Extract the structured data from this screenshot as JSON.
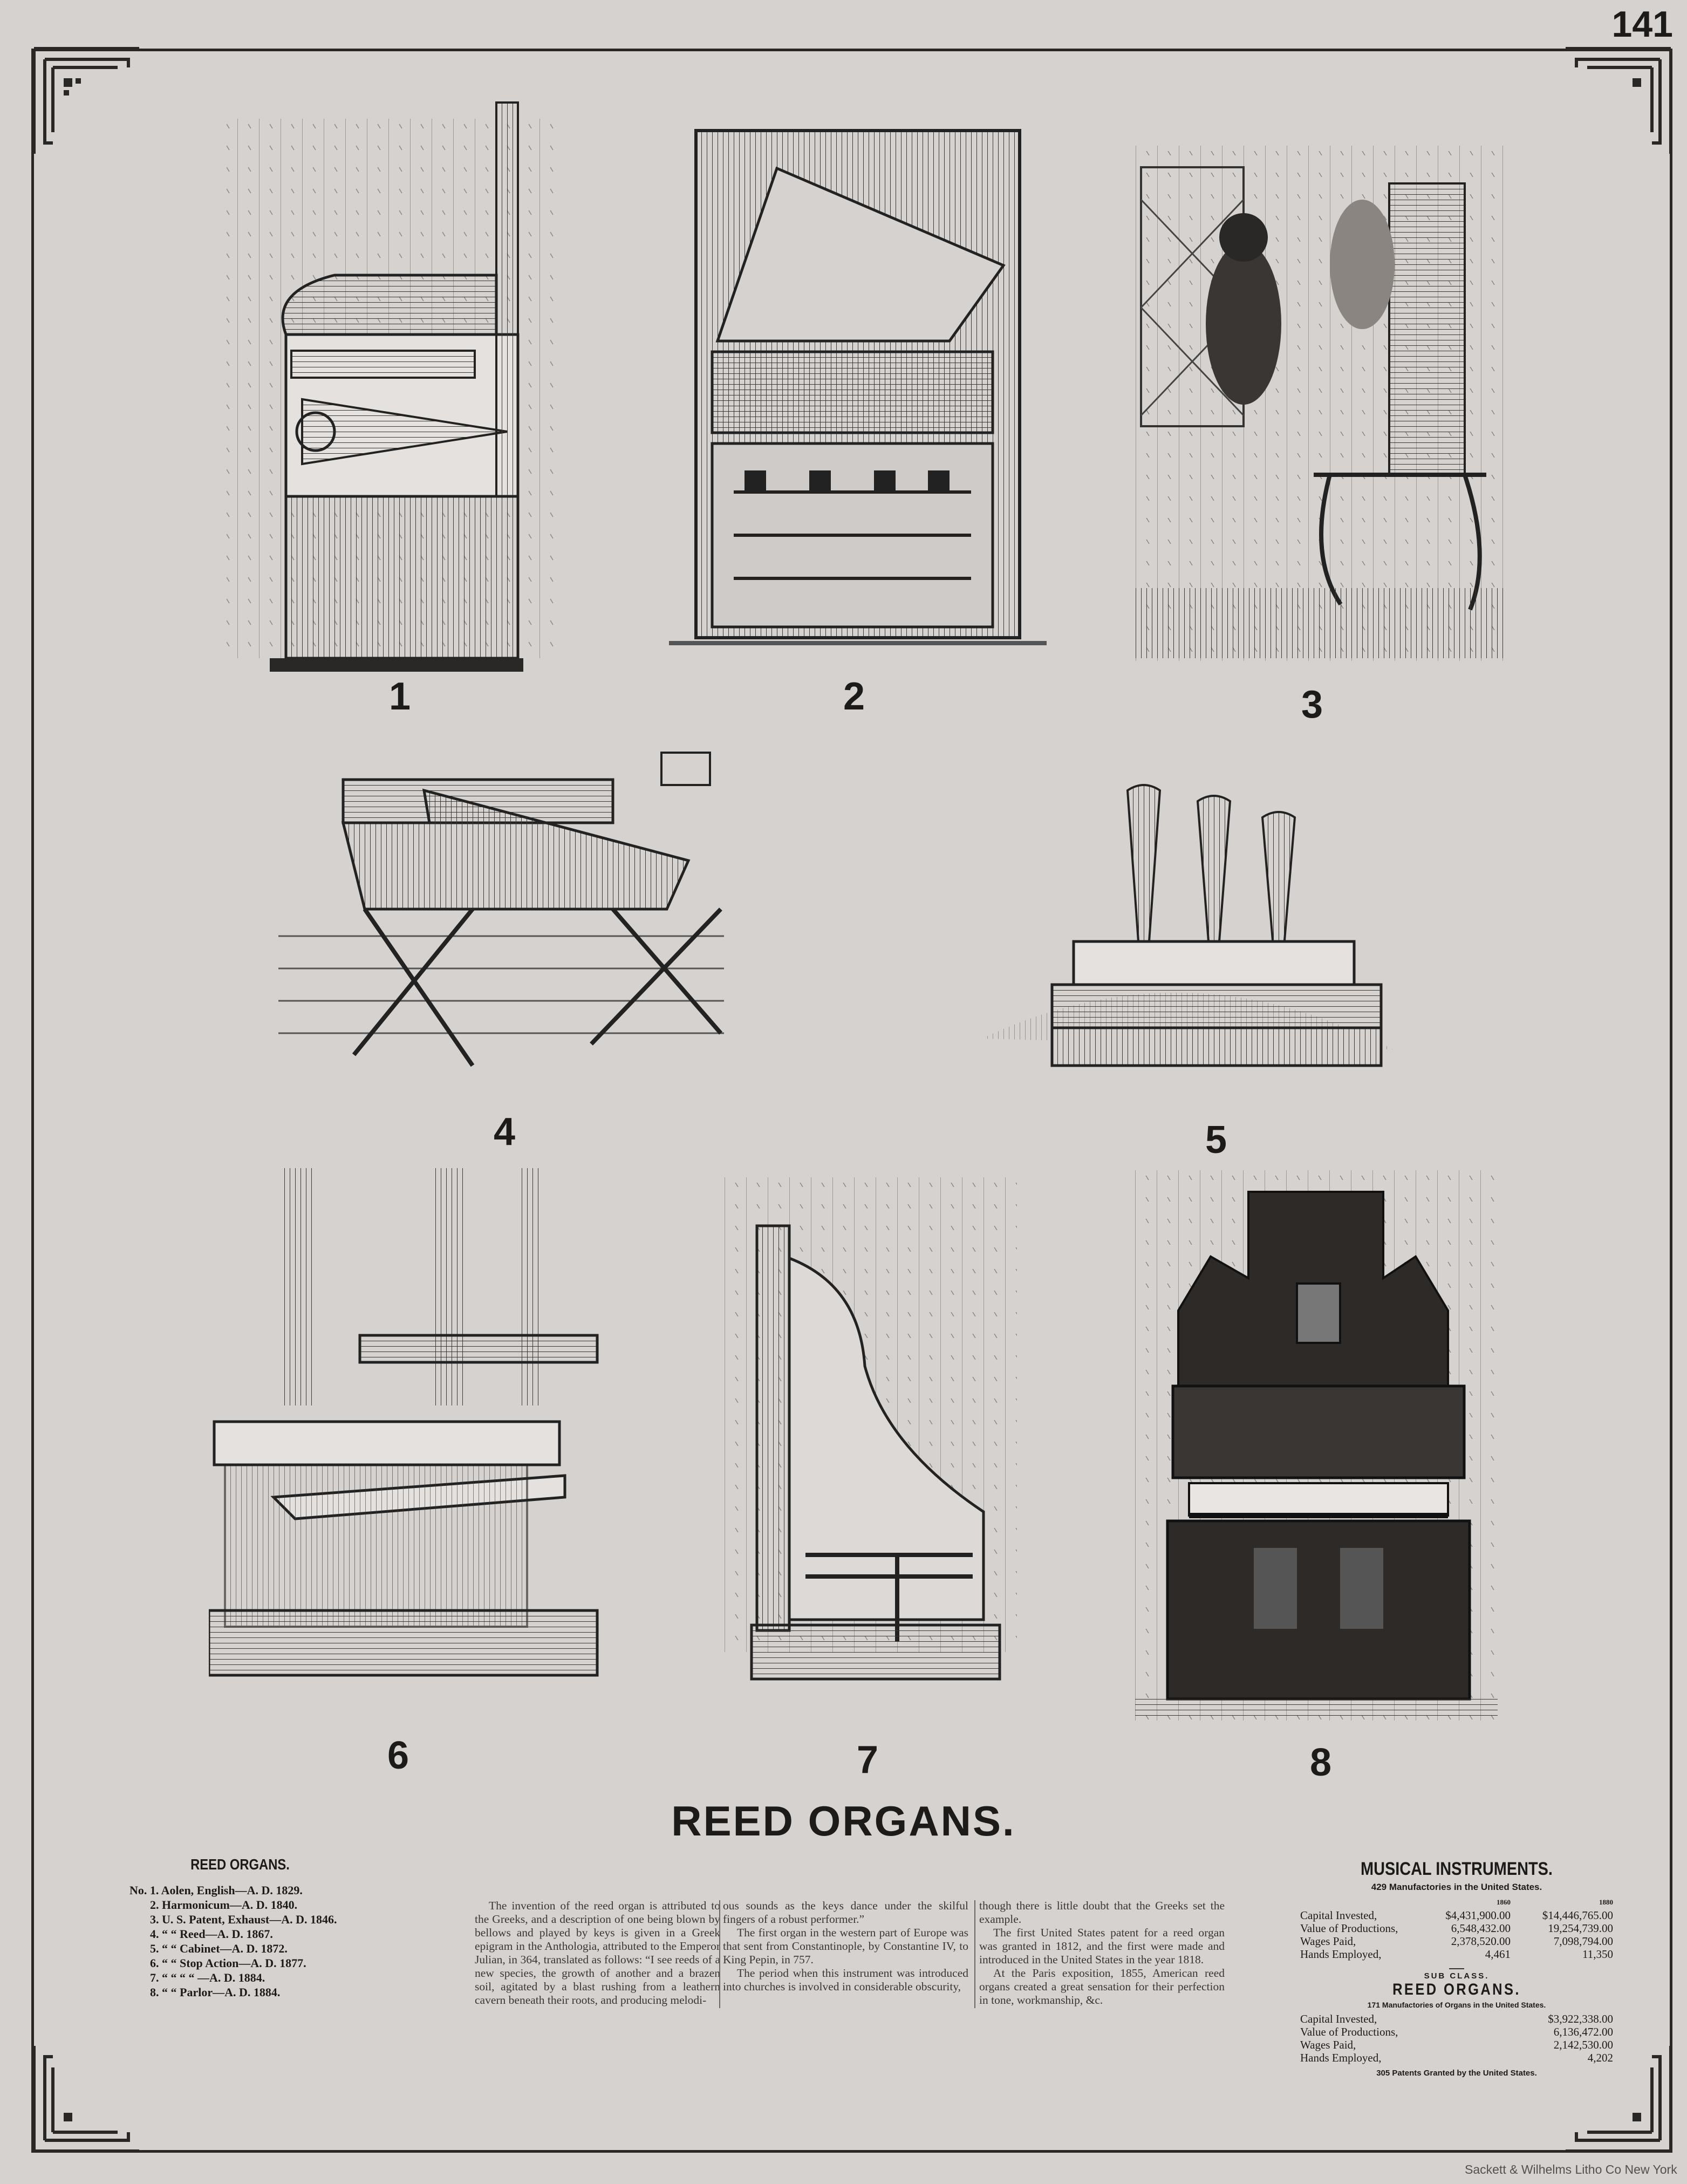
{
  "page_number": "141",
  "title": "REED ORGANS.",
  "figures": [
    {
      "number": "1"
    },
    {
      "number": "2"
    },
    {
      "number": "3"
    },
    {
      "number": "4"
    },
    {
      "number": "5"
    },
    {
      "number": "6"
    },
    {
      "number": "7"
    },
    {
      "number": "8"
    }
  ],
  "legend": {
    "heading": "REED ORGANS.",
    "items": [
      "No. 1. Aolen, English—A. D. 1829.",
      "2. Harmonicum—A. D. 1840.",
      "3. U. S. Patent, Exhaust—A. D. 1846.",
      "4. “ “ Reed—A. D. 1867.",
      "5. “ “ Cabinet—A. D. 1872.",
      "6. “ “ Stop Action—A. D. 1877.",
      "7. “ “ “ “ —A. D. 1884.",
      "8. “ “ Parlor—A. D. 1884."
    ]
  },
  "text_columns": [
    [
      "The invention of the reed organ is attributed to the Greeks, and a description of one being blown by bellows and played by keys is given in a Greek epigram in the Anthologia, attributed to the Emperor Julian, in 364, translated as follows: “I see reeds of a new species, the growth of another and a brazen soil, agitated by a blast rushing from a leathern cavern beneath their roots, and producing melodi-"
    ],
    [
      "ous sounds as the keys dance under the skilful fingers of a robust performer.”",
      "The first organ in the western part of Europe was that sent from Constantinople, by Constantine IV, to King Pepin, in 757.",
      "The period when this instrument was introduced into churches is involved in considerable obscurity,"
    ],
    [
      "though there is little doubt that the Greeks set the example.",
      "The first United States patent for a reed organ was granted in 1812, and the first were made and introduced in the United States in the year 1818.",
      "At the Paris exposition, 1855, American reed organs created a great sensation for their perfection in tone, workmanship, &c."
    ]
  ],
  "stats": {
    "heading": "MUSICAL INSTRUMENTS.",
    "subheading": "429 Manufactories in the United States.",
    "years": [
      "1860",
      "1880"
    ],
    "rows": [
      {
        "label": "Capital Invested,",
        "v1860": "$4,431,900.00",
        "v1880": "$14,446,765.00"
      },
      {
        "label": "Value of Productions,",
        "v1860": "6,548,432.00",
        "v1880": "19,254,739.00"
      },
      {
        "label": "Wages Paid,",
        "v1860": "2,378,520.00",
        "v1880": "7,098,794.00"
      },
      {
        "label": "Hands Employed,",
        "v1860": "4,461",
        "v1880": "11,350"
      }
    ],
    "sub_class_label": "SUB CLASS.",
    "sub_heading": "REED ORGANS.",
    "sub_subheading": "171 Manufactories of Organs in the United States.",
    "sub_rows": [
      {
        "label": "Capital Invested,",
        "value": "$3,922,338.00"
      },
      {
        "label": "Value of Productions,",
        "value": "6,136,472.00"
      },
      {
        "label": "Wages Paid,",
        "value": "2,142,530.00"
      },
      {
        "label": "Hands Employed,",
        "value": "4,202"
      }
    ],
    "patents": "305 Patents Granted by the United States."
  },
  "footer": "Sackett & Wilhelms Litho Co New York",
  "colors": {
    "paper": "#d5d2cf",
    "ink": "#1d1b1a"
  }
}
